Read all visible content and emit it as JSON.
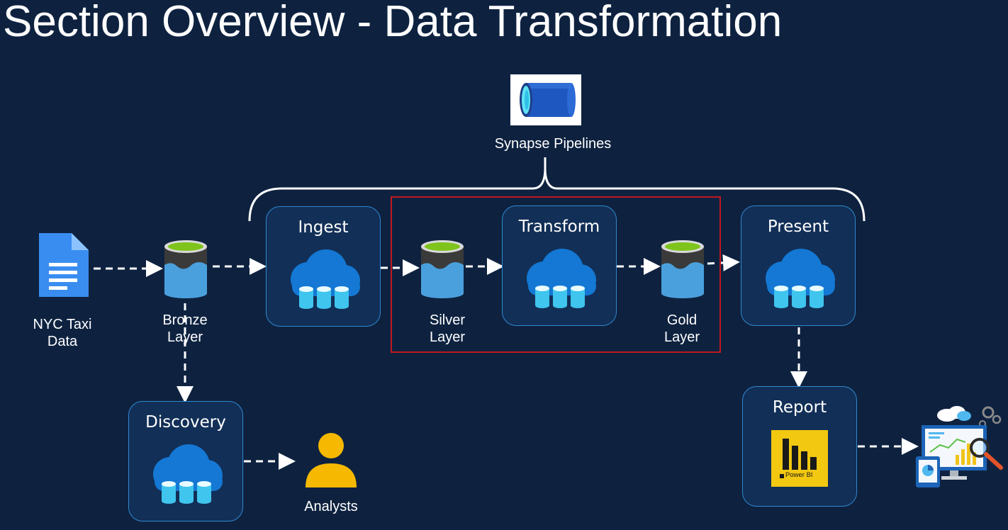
{
  "slide": {
    "title": "Section Overview - Data Transformation"
  },
  "pipeline": {
    "label": "Synapse Pipelines",
    "icon": "pipe-icon"
  },
  "sources": {
    "nyc_line1": "NYC Taxi",
    "nyc_line2": "Data"
  },
  "layers": {
    "bronze_line1": "Bronze",
    "bronze_line2": "Layer",
    "silver_line1": "Silver",
    "silver_line2": "Layer",
    "gold_line1": "Gold",
    "gold_line2": "Layer"
  },
  "boxes": {
    "ingest": "Ingest",
    "transform": "Transform",
    "present": "Present",
    "discovery": "Discovery",
    "report": "Report"
  },
  "consumers": {
    "analysts": "Analysts",
    "powerbi": "Power BI"
  },
  "colors": {
    "background": "#0e2240",
    "box_fill": "#122f57",
    "box_border": "#2f88d0",
    "highlight": "#c0181e",
    "cloud": "#1478d4",
    "lake_top": "#7ec41c",
    "analyst": "#f6b800",
    "powerbi": "#f2c811"
  }
}
